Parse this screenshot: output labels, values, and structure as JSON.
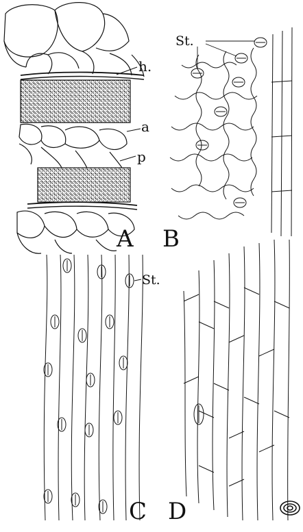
{
  "panels": {
    "A": {
      "letter": "A",
      "labels": {
        "h": "h.",
        "a": "a",
        "p": "p"
      }
    },
    "B": {
      "letter": "B",
      "labels": {
        "st": "St."
      }
    },
    "C": {
      "letter": "C",
      "labels": {
        "st": "St."
      }
    },
    "D": {
      "letter": "D"
    }
  }
}
